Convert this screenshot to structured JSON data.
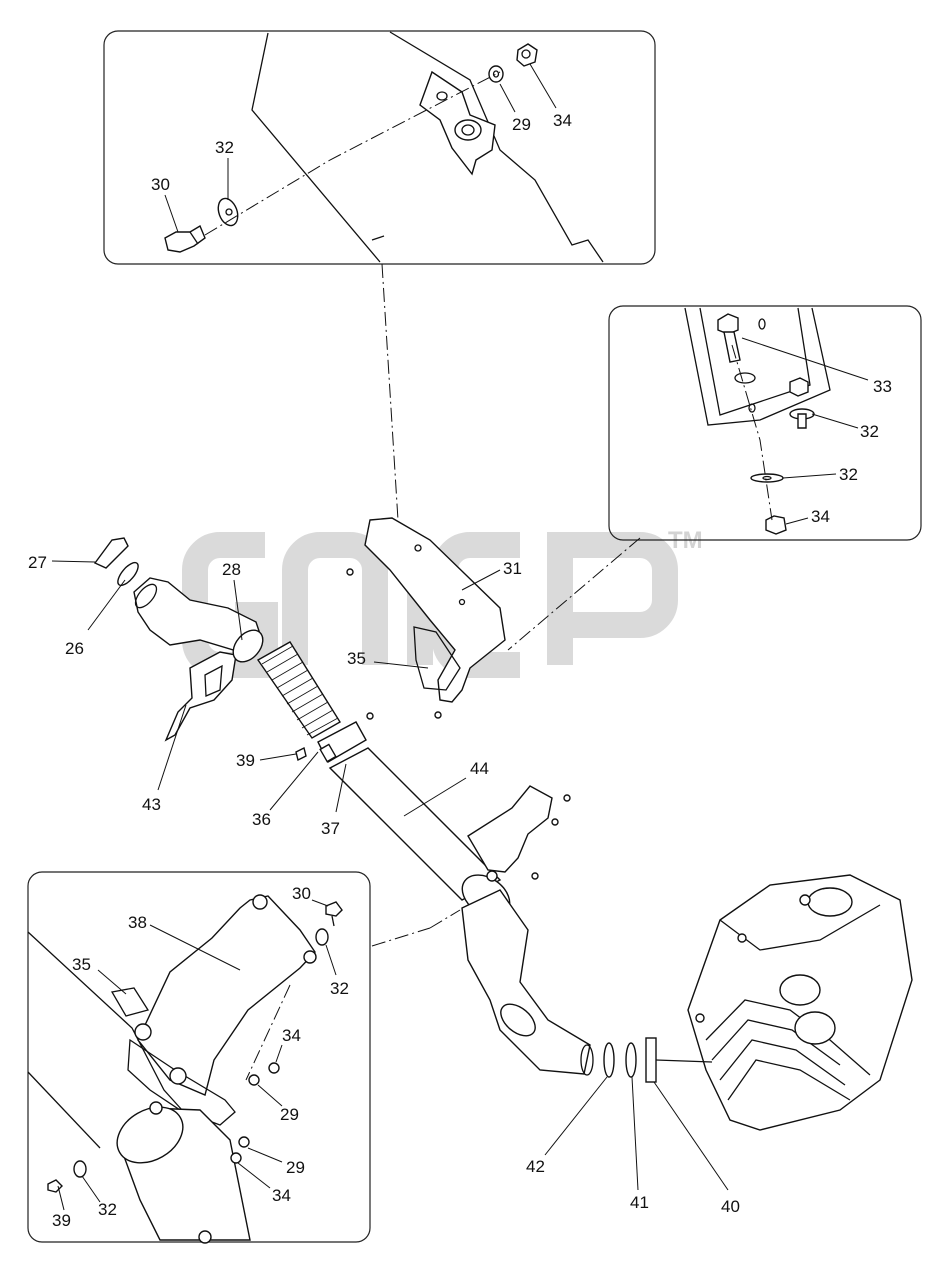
{
  "watermark": {
    "text": "TM"
  },
  "callouts": {
    "c27": "27",
    "c26": "26",
    "c28": "28",
    "c43": "43",
    "c39a": "39",
    "c36": "36",
    "c37": "37",
    "c35a": "35",
    "c31": "31",
    "c44": "44",
    "c42": "42",
    "c41": "41",
    "c40": "40"
  },
  "detail_top": {
    "c30": "30",
    "c32": "32",
    "c29": "29",
    "c34": "34"
  },
  "detail_right": {
    "c33": "33",
    "c32a": "32",
    "c32b": "32",
    "c34": "34"
  },
  "detail_bottom": {
    "c38": "38",
    "c35": "35",
    "c30": "30",
    "c32a": "32",
    "c34a": "34",
    "c29a": "29",
    "c29b": "29",
    "c34b": "34",
    "c39": "39",
    "c32b": "32"
  }
}
